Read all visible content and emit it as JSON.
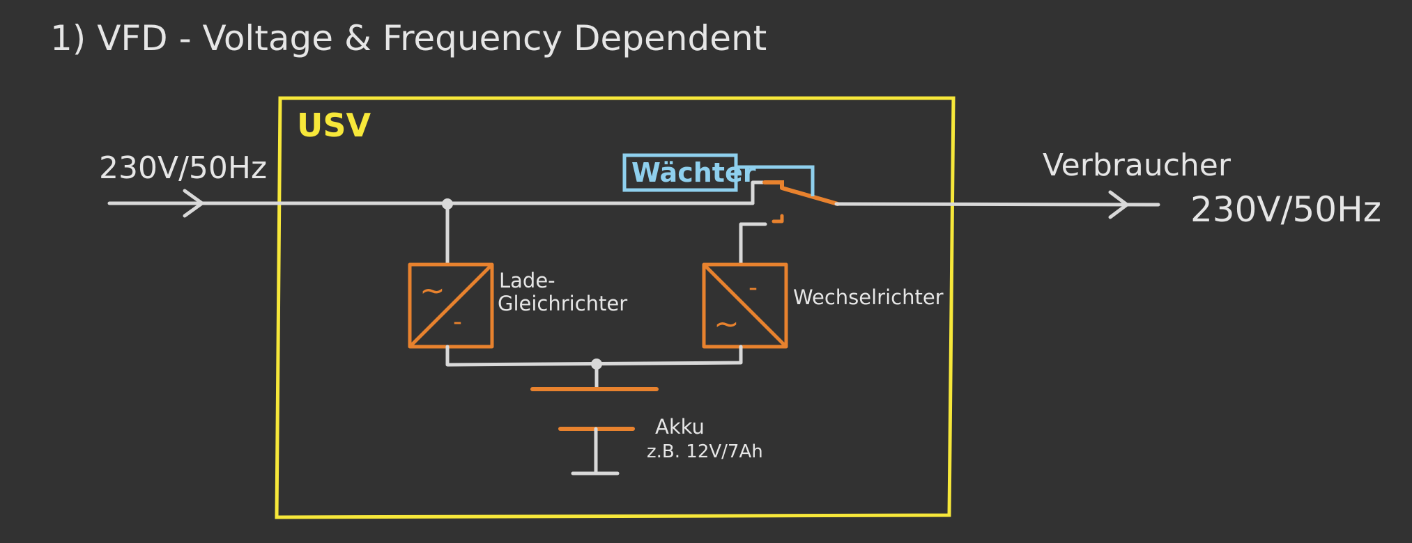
{
  "title": "1) VFD - Voltage & Frequency Dependent",
  "usv_label": "USV",
  "input_label": "230V/50Hz",
  "output_title": "Verbraucher",
  "output_label": "230V/50Hz",
  "monitor_label": "Wächter",
  "rectifier_label_line1": "Lade-",
  "rectifier_label_line2": "Gleichrichter",
  "inverter_label": "Wechselrichter",
  "battery_label_line1": "Akku",
  "battery_label_line2": "z.B. 12V/7Ah",
  "converter_symbols": {
    "ac": "~",
    "dc": "-"
  },
  "colors": {
    "background": "#323232",
    "wire": "#d9d9d9",
    "component": "#e8822e",
    "usv_box": "#f7e83a",
    "monitor": "#8fd0ee",
    "text": "#e6e6e6"
  }
}
